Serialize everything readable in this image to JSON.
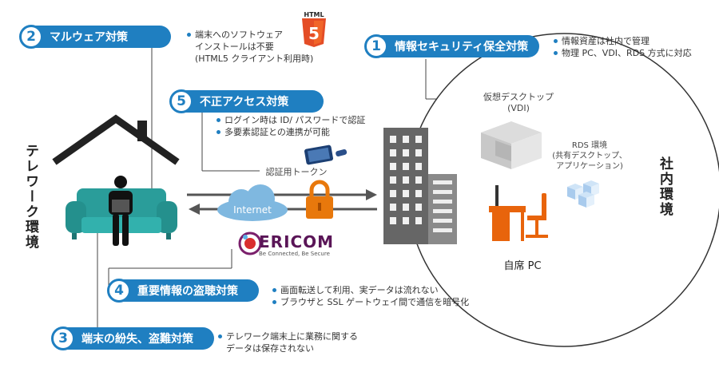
{
  "colors": {
    "accent": "#1f7fc1",
    "sofa": "#2a9d9a",
    "orange": "#e8640c",
    "arrow": "#555555"
  },
  "left_env_label": "テレワーク環境",
  "right_env_label": "社内環境",
  "internet_label": "Internet",
  "ericom": {
    "logo": "ERICOM",
    "tagline": "Be Connected, Be Secure"
  },
  "html5_badge": "HTML",
  "items": [
    {
      "num": "1",
      "title": "情報セキュリティ保全対策",
      "bullets": [
        "情報資産は社内で管理",
        "物理 PC、VDI、RDS 方式に対応"
      ]
    },
    {
      "num": "2",
      "title": "マルウェア対策",
      "bullets": [
        "端末へのソフトウェア\nインストールは不要\n(HTML5 クライアント利用時)"
      ]
    },
    {
      "num": "3",
      "title": "端末の紛失、盗難対策",
      "bullets": [
        "テレワーク端末上に業務に関する\nデータは保存されない"
      ]
    },
    {
      "num": "4",
      "title": "重要情報の盗聴対策",
      "bullets": [
        "画面転送して利用、実データは流れない",
        "ブラウザと SSL ゲートウェイ間で通信を暗号化"
      ]
    },
    {
      "num": "5",
      "title": "不正アクセス対策",
      "bullets": [
        "ログイン時は ID/ パスワードで認証",
        "多要素認証との連携が可能"
      ]
    }
  ],
  "captions": {
    "vdi": "仮想デスクトップ\n(VDI)",
    "rds": "RDS 環境\n(共有デスクトップ、\nアプリケーション)",
    "pc": "自席 PC",
    "token": "認証用トークン"
  },
  "icons": [
    "house-icon",
    "person-icon",
    "sofa-icon",
    "cloud-icon",
    "lock-icon",
    "building-icon",
    "desk-icon",
    "chair-icon",
    "tablet-icon",
    "html5-icon",
    "vdi-cube-icon",
    "rds-cubes-icon"
  ]
}
